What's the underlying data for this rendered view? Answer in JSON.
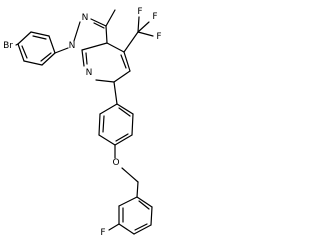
{
  "structure": {
    "atoms": {
      "br": "Br",
      "n_pyrazole": "N",
      "n_ring": "N",
      "n_pyridine": "N",
      "f_cf3_top_left": "F",
      "f_cf3_top_right": "F",
      "f_cf3_right": "F",
      "o_ether": "O",
      "f_bottom": "F"
    }
  }
}
